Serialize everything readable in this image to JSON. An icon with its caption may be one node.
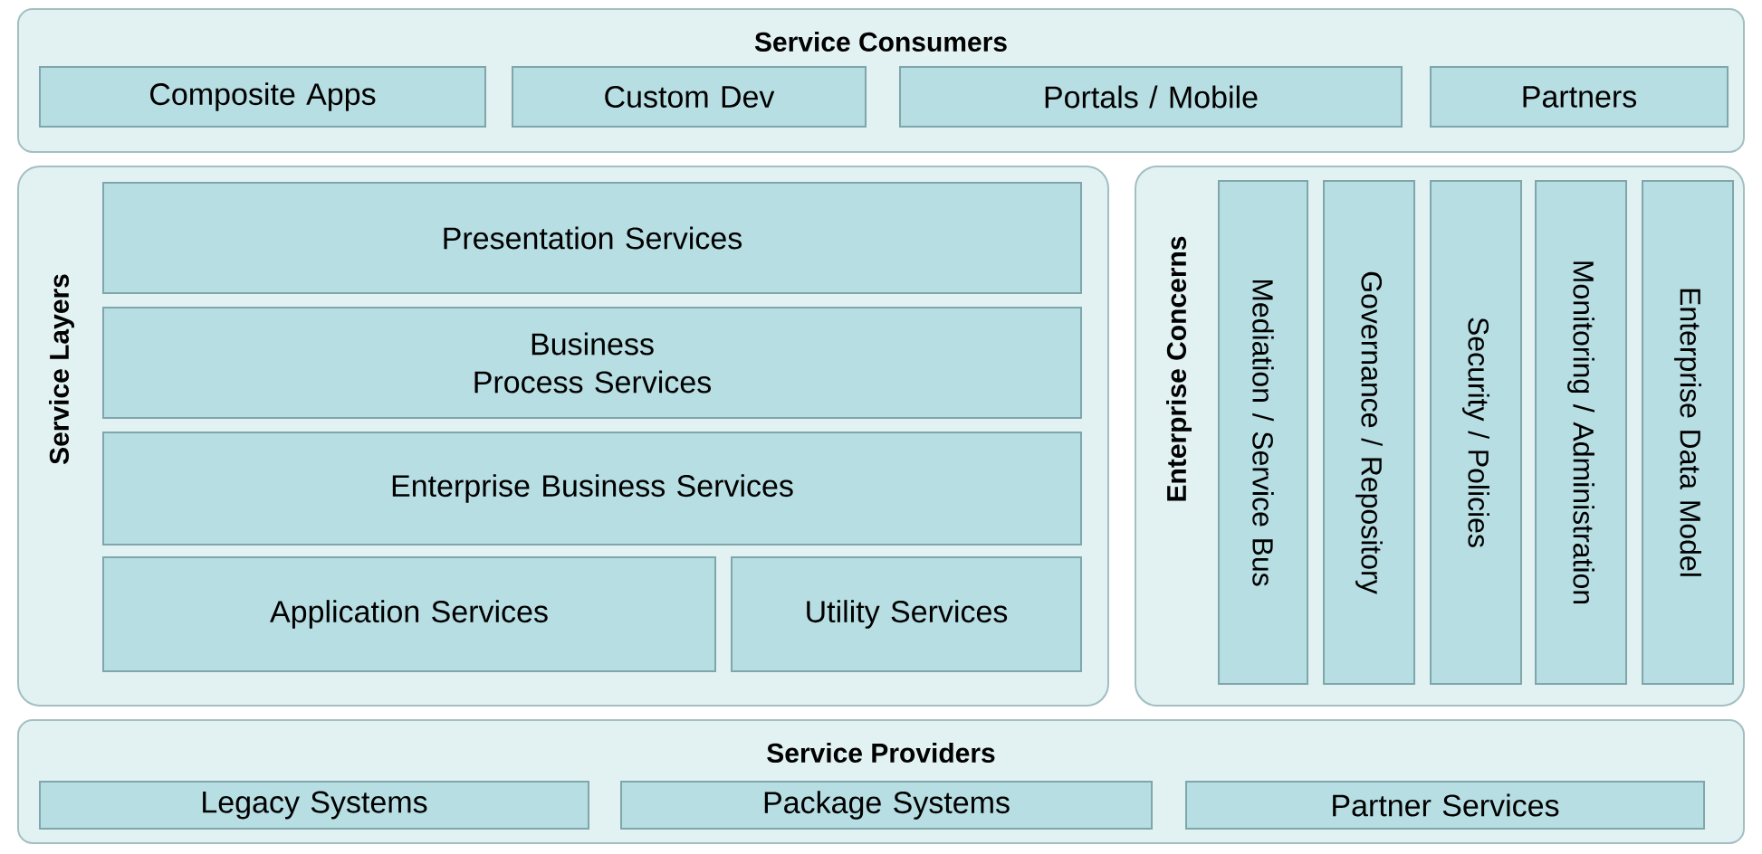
{
  "diagram": {
    "nodes": [
      {
        "text": [
          "Service Consumers"
        ]
      },
      {
        "text": [
          "Composite Apps"
        ],
        "in": 0
      },
      {
        "text": [
          "Custom Dev"
        ],
        "in": 0
      },
      {
        "text": [
          "Portals / Mobile"
        ],
        "in": 0
      },
      {
        "text": [
          "Partners"
        ],
        "in": 0
      },
      {
        "text": [
          "Service Layers"
        ]
      },
      {
        "text": [
          "Presentation Services"
        ],
        "in": 5
      },
      {
        "text": [
          "Business Process Services"
        ],
        "in": 5
      },
      {
        "text": [
          "Enterprise Business Services"
        ],
        "in": 5
      },
      {
        "text": [
          "Application Services"
        ],
        "in": 5
      },
      {
        "text": [
          "Utility Services"
        ],
        "in": 5
      },
      {
        "text": [
          "Enterprise Concerns"
        ]
      },
      {
        "text": [
          "Mediation / Service Bus"
        ],
        "in": 11
      },
      {
        "text": [
          "Governance / Repository"
        ],
        "in": 11
      },
      {
        "text": [
          "Security / Policies"
        ],
        "in": 11
      },
      {
        "text": [
          "Monitoring / Administration"
        ],
        "in": 11
      },
      {
        "text": [
          "Enterprise Data Model"
        ],
        "in": 11
      },
      {
        "text": [
          "Service Providers"
        ]
      },
      {
        "text": [
          "Legacy Systems"
        ],
        "in": 17
      },
      {
        "text": [
          "Package Systems"
        ],
        "in": 17
      },
      {
        "text": [
          "Partner Services"
        ],
        "in": 17
      }
    ]
  }
}
